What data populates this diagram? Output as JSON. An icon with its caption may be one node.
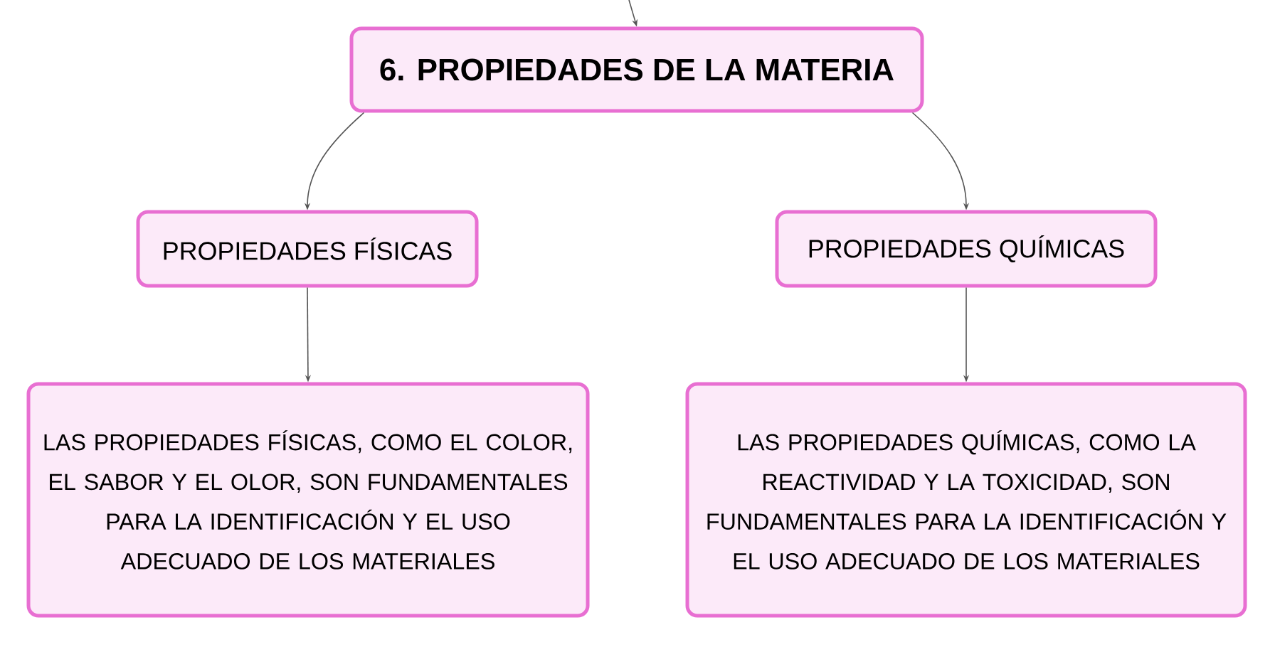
{
  "diagram": {
    "nodes": [
      {
        "text": [
          "6. PROPIEDADES DE LA MATERIA"
        ]
      },
      {
        "text": [
          "PROPIEDADES FÍSICAS"
        ]
      },
      {
        "text": [
          "PROPIEDADES QUÍMICAS"
        ]
      },
      {
        "text": [
          "LAS PROPIEDADES FÍSICAS, COMO EL COLOR, EL SABOR Y EL OLOR, SON FUNDAMENTALES PARA LA IDENTIFICACIÓN Y EL USO ADECUADO DE LOS MATERIALES"
        ]
      },
      {
        "text": [
          "LAS PROPIEDADES QUÍMICAS, COMO LA REACTIVIDAD Y LA TOXICIDAD, SON FUNDAMENTALES PARA LA IDENTIFICACIÓN Y EL USO ADECUADO DE LOS MATERIALES"
        ]
      }
    ],
    "edges": [
      {
        "from": null,
        "to": 0,
        "arrow": "to"
      },
      {
        "from": 0,
        "to": 1,
        "arrow": "to"
      },
      {
        "from": 0,
        "to": 2,
        "arrow": "to"
      },
      {
        "from": 1,
        "to": 3,
        "arrow": "to"
      },
      {
        "from": 2,
        "to": 4,
        "arrow": "to"
      }
    ]
  }
}
